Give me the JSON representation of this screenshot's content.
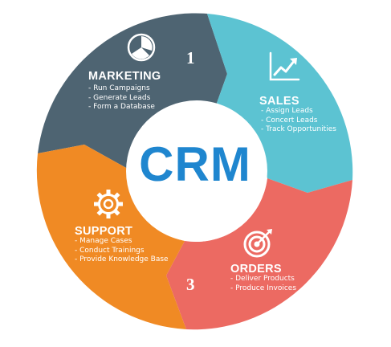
{
  "center": {
    "label": "CRM"
  },
  "segments": [
    {
      "id": "marketing",
      "number": "1",
      "title": "MARKETING",
      "items": [
        "- Run Campaigns",
        "- Generate Leads",
        "- Form a Database"
      ],
      "color": "#4e6472",
      "icon": "pie-chart-icon"
    },
    {
      "id": "sales",
      "number": "",
      "title": "SALES",
      "items": [
        "- Assign Leads",
        "- Concert Leads",
        "- Track Opportunities"
      ],
      "color": "#5cc3d2",
      "icon": "rising-chart-icon"
    },
    {
      "id": "orders",
      "number": "3",
      "title": "ORDERS",
      "items": [
        "- Deliver Products",
        "- Produce Invoices"
      ],
      "color": "#ec6a62",
      "icon": "target-icon"
    },
    {
      "id": "support",
      "number": "",
      "title": "SUPPORT",
      "items": [
        "- Manage Cases",
        "- Conduct Trainings",
        "- Provide Knowledge Base"
      ],
      "color": "#f08a24",
      "icon": "gear-icon"
    }
  ],
  "colors": {
    "center_text": "#1f86cf",
    "center_fill": "#ffffff",
    "background": "#ffffff"
  }
}
